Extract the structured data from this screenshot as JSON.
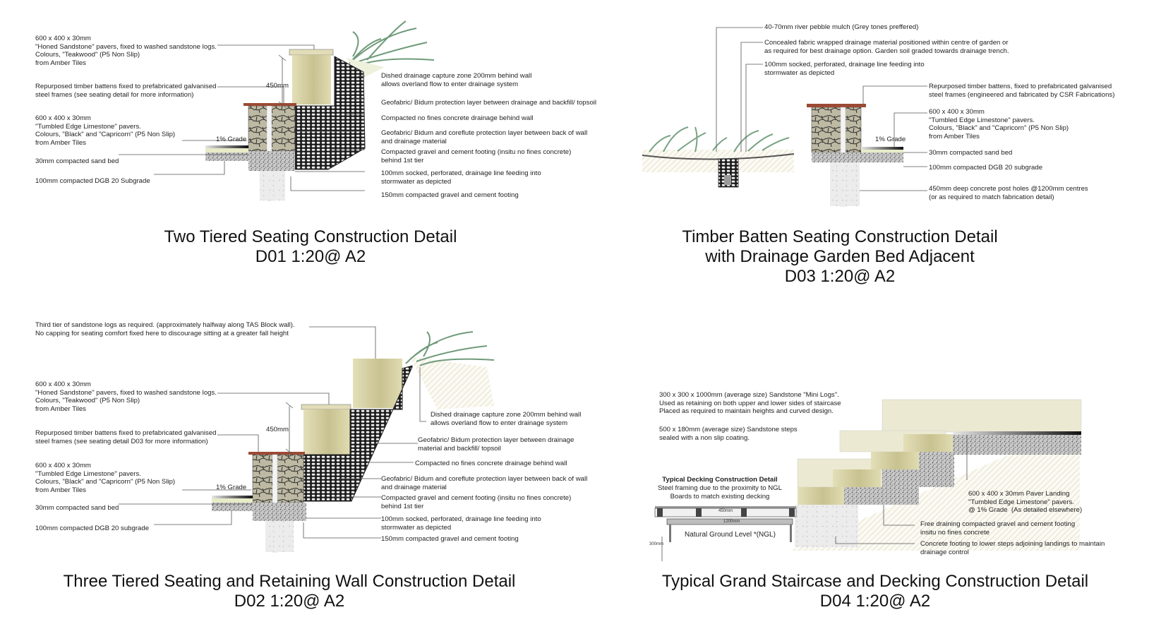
{
  "colors": {
    "paper": "#ffffff",
    "ink": "#1a1a1a",
    "leader": "#555555",
    "sandstone_log": "#d2cc99",
    "sandstone_log_dark": "#b9b27a",
    "timber_batten": "#9b4a34",
    "drainage_gravel": "#222222",
    "limestone_wall": "#b7b39d",
    "gravel_footing": "#9a9a9a",
    "concrete": "#e6e6e6",
    "sand_bed": "#e7ebc8",
    "plant": "#6f9a7a",
    "hatch": "#e9e6d2"
  },
  "details": [
    {
      "id": "D01",
      "title_line1": "Two Tiered Seating Construction Detail",
      "title_line2": "D01 1:20@ A2",
      "left_notes": [
        "600 x 400 x 30mm\n\"Honed Sandstone\" pavers, fixed to washed sandstone logs.\nColours, \"Teakwood\" (P5 Non Slip)\nfrom Amber Tiles",
        "Repurposed timber battens fixed to prefabricated galvanised\nsteel frames (see seating detail for more information)",
        "600 x 400 x 30mm\n\"Tumbled Edge Limestone\" pavers.\nColours, \"Black\" and \"Capricorn\" (P5 Non Slip)\nfrom Amber Tiles",
        "30mm compacted sand bed",
        "100mm compacted DGB 20 Subgrade"
      ],
      "right_notes": [
        "Dished drainage capture zone 200mm behind wall\nallows overland flow to enter drainage system",
        "Geofabric/ Bidum protection layer between drainage and backfill/ topsoil",
        "Compacted no fines concrete drainage behind wall",
        "Geofabric/ Bidum and coreflute protection layer between back of wall\nand drainage material",
        "Compacted gravel and cement footing (insitu no fines concrete)\nbehind 1st tier",
        "100mm socked, perforated, drainage line feeding into\nstormwater as depicted",
        "150mm compacted gravel and cement footing"
      ],
      "dimension": "450mm",
      "grade": "1% Grade"
    },
    {
      "id": "D03",
      "title_line1": "Timber Batten Seating Construction Detail",
      "title_line2": "with Drainage Garden Bed Adjacent",
      "title_line3": "D03 1:20@ A2",
      "top_notes": [
        "40-70mm river pebble mulch (Grey tones preffered)",
        "Concealed fabric wrapped drainage material positioned within centre of garden or\nas required for best drainage option. Garden soil graded towards drainage trench.",
        "100mm socked, perforated, drainage line feeding into\nstormwater as depicted"
      ],
      "right_notes": [
        "Repurposed timber battens, fixed to prefabricated galvanised\nsteel frames (engineered and fabricated by CSR Fabrications)",
        "600 x 400 x 30mm\n\"Tumbled Edge Limestone\" pavers.\nColours, \"Black\" and \"Capricorn\" (P5 Non Slip)\nfrom Amber Tiles",
        "30mm compacted sand bed",
        "100mm compacted DGB 20 subgrade",
        "450mm deep concrete post holes @1200mm centres\n(or as required to match fabrication detail)"
      ],
      "grade": "1% Grade"
    },
    {
      "id": "D02",
      "title_line1": "Three Tiered Seating and Retaining Wall Construction Detail",
      "title_line2": "D02 1:20@ A2",
      "top_note": "Third tier of sandstone logs as required. (approximately halfway along TAS Block wall).\nNo capping for seating comfort fixed here to discourage sitting at a greater fall height",
      "left_notes": [
        "600 x 400 x 30mm\n\"Honed Sandstone\" pavers, fixed to washed sandstone logs.\nColours, \"Teakwood\" (P5 Non Slip)\nfrom Amber Tiles",
        "Repurposed timber battens fixed to prefabricated galvanised\nsteel frames (see seating detail D03 for more information)",
        "600 x 400 x 30mm\n\"Tumbled Edge Limestone\" pavers.\nColours, \"Black\" and \"Capricorn\" (P5 Non Slip)\nfrom Amber Tiles",
        "30mm compacted sand bed",
        "100mm compacted DGB 20 subgrade"
      ],
      "right_notes": [
        "Dished drainage capture zone 200mm behind wall\nallows overland flow to enter drainage system",
        "Geofabric/ Bidum protection layer between drainage\nmaterial and backfill/ topsoil",
        "Compacted no fines concrete drainage behind wall",
        "Geofabric/ Bidum and coreflute protection layer between back of wall\nand drainage material",
        "Compacted gravel and cement footing (insitu no fines concrete)\nbehind 1st tier",
        "100mm socked, perforated, drainage line feeding into\nstormwater as depicted",
        "150mm compacted gravel and cement footing"
      ],
      "dimension": "450mm",
      "grade": "1% Grade"
    },
    {
      "id": "D04",
      "title_line1": "Typical Grand Staircase and Decking Construction Detail",
      "title_line2": "D04 1:20@ A2",
      "top_notes": [
        "300 x 300 x 1000mm (average size) Sandstone \"Mini Logs\".\nUsed as retaining on both upper and lower sides of staircase\nPlaced as required to maintain heights and curved design.",
        "500 x 180mm (average size) Sandstone steps\nsealed with a non slip coating."
      ],
      "decking_heading": "Typical Decking Construction Detail",
      "decking_sub": "Steel framing due to the proximity to NGL\nBoards to match existing decking",
      "deck_dim_1": "450mm",
      "deck_dim_2": "1200mm",
      "deck_dim_3": "300mm",
      "ngl_label": "Natural Ground Level *(NGL)",
      "right_notes": [
        "600 x 400 x 30mm Paver Landing\n\"Tumbled Edge Limestone\" pavers.\n@ 1% Grade  (As detailed elsewhere)",
        "Free draining compacted gravel and cement footing\ninsitu no fines concrete",
        "Concrete footing to lower steps adjoining landings to maintain\ndrainage control"
      ]
    }
  ]
}
